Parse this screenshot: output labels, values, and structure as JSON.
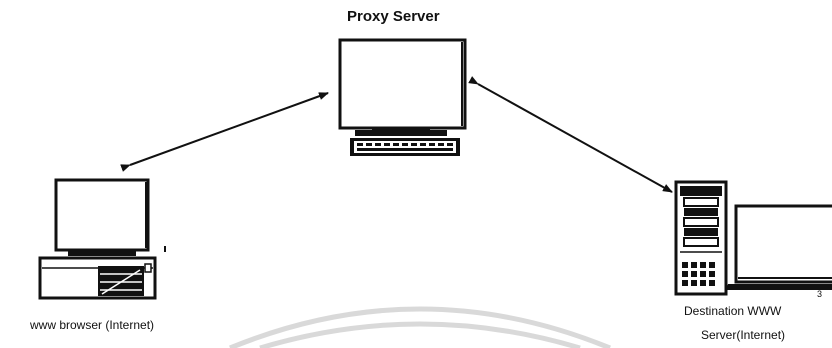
{
  "labels": {
    "proxy": "Proxy Server",
    "client": "www browser (Internet)",
    "destination_line1": "Destination WWW",
    "destination_line2": "Server(Internet)"
  },
  "colors": {
    "ink": "#111111",
    "background": "#ffffff",
    "watermark": "#d9d9d9"
  },
  "icons": [
    "monitor-icon",
    "keyboard-icon",
    "desktop-computer-icon",
    "tower-server-icon",
    "bidirectional-arrow-icon"
  ]
}
